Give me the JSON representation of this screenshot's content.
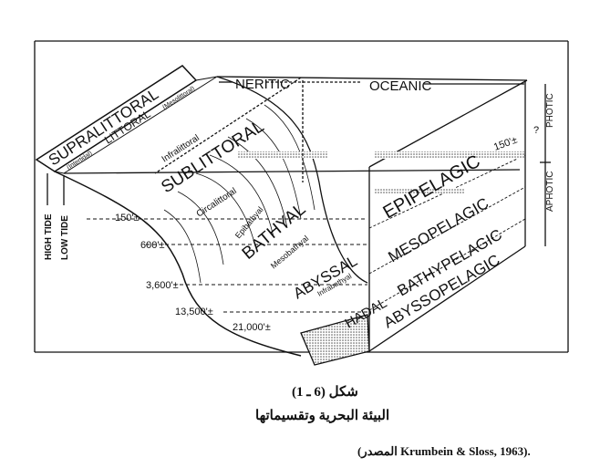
{
  "diagram": {
    "zones": {
      "neritic": "NERITIC",
      "oceanic": "OCEANIC",
      "photic": "PHOTIC",
      "aphotic": "APHOTIC",
      "question": "?"
    },
    "benthic": {
      "supralittoral": "SUPRALITTORAL",
      "littoral": "LITTORAL",
      "intertidal": "(Intertidal)",
      "mesolittoral": "(Mesolittoral)",
      "infralittoral": "Infralittoral",
      "sublittoral": "SUBLITTORAL",
      "circalittoral": "Circalittoral",
      "epibathyal": "Epibathyal",
      "bathyal": "BATHYAL",
      "mesobathyal": "Mesobathyal",
      "abyssal": "ABYSSAL",
      "infrabathyal": "Infrabathyal",
      "hadal": "HADAL"
    },
    "pelagic": {
      "epipelagic": "EPIPELAGIC",
      "mesopelagic": "MESOPELAGIC",
      "bathypelagic": "BATHYPELAGIC",
      "abyssopelagic": "ABYSSOPELAGIC"
    },
    "tides": {
      "high": "HIGH TIDE",
      "low": "LOW TIDE"
    },
    "depths": [
      "150'±",
      "600'±",
      "3,600'±",
      "13,500'±",
      "21,000'±"
    ],
    "photic_depth": "150'±"
  },
  "caption": {
    "figure_number": "شكل (6 ـ 1)",
    "title": "البيئة البحرية وتقسيماتها",
    "source": "(المصدر Krumbein & Sloss, 1963)."
  }
}
